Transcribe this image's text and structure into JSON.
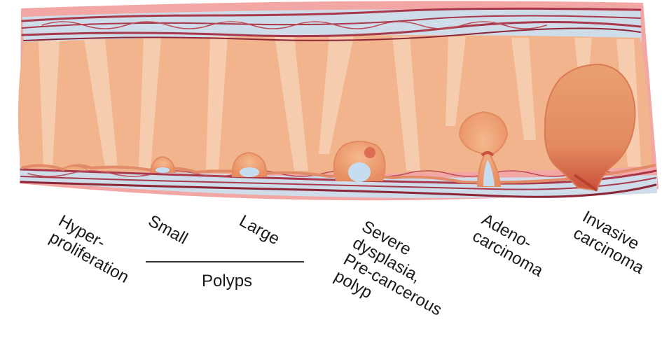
{
  "stages": {
    "hyperproliferation": "Hyper-\nproliferation",
    "small": "Small",
    "large": "Large",
    "severe": "Severe\ndysplasia,\nPre-cancerous\npolyp",
    "adeno": "Adeno-\ncarcinoma",
    "invasive": "Invasive\ncarcinoma"
  },
  "group_label": "Polyps",
  "colors": {
    "outer_band": "#f2a7a4",
    "vessel": "#a8384a",
    "vessel_dark": "#8d2636",
    "lumen_light": "#c6dcef",
    "colon_fill": "#f2b48c",
    "fold_light": "#f8d2b8",
    "polyp_fill": "#f1a878",
    "polyp_core": "#d9614d",
    "tumor_fill": "#e79466"
  }
}
